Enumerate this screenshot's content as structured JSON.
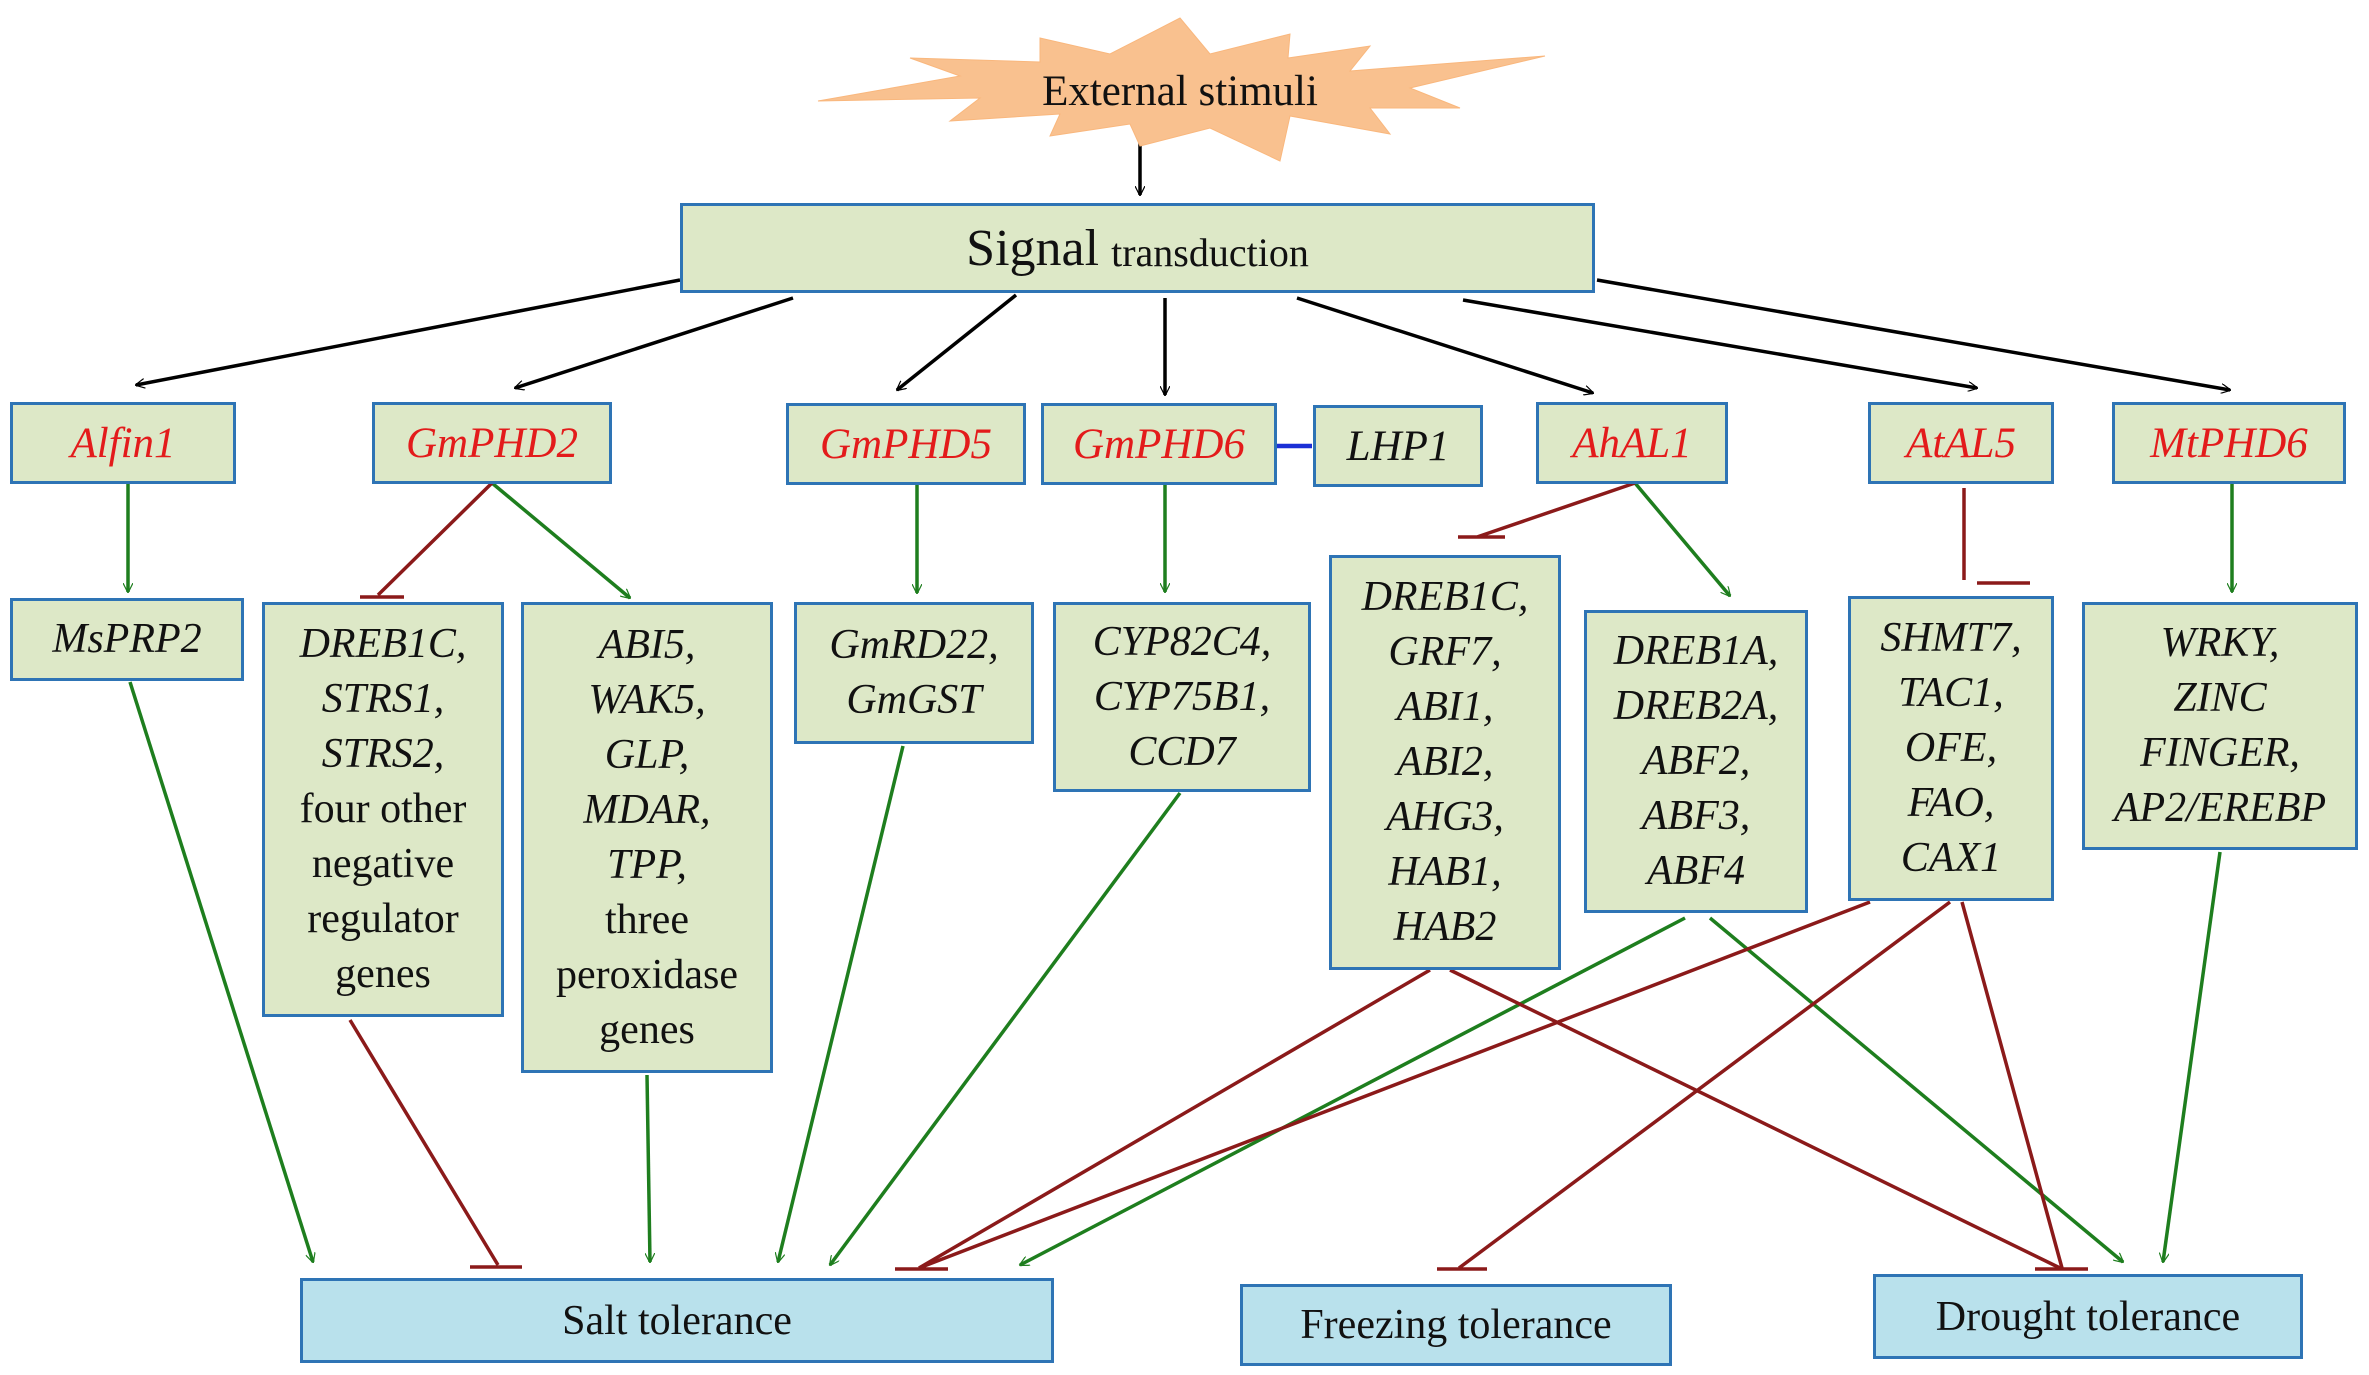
{
  "stimulus": "External stimuli",
  "signal": {
    "big": "Signal",
    "small": "transduction"
  },
  "genes": {
    "alfin1": "Alfin1",
    "gmphd2": "GmPHD2",
    "gmphd5": "GmPHD5",
    "gmphd6": "GmPHD6",
    "lhp1": "LHP1",
    "ahal1": "AhAL1",
    "atal5": "AtAL5",
    "mtphd6": "MtPHD6"
  },
  "targets": {
    "msprp2": [
      "MsPRP2"
    ],
    "gmphd2_neg": [
      "DREB1C,",
      "STRS1,",
      "STRS2,",
      "four other",
      "negative",
      "regulator",
      "genes"
    ],
    "gmphd2_pos": [
      "ABI5,",
      "WAK5,",
      "GLP,",
      "MDAR,",
      "TPP,",
      "three",
      "peroxidase",
      "genes"
    ],
    "gmphd5": [
      "GmRD22,",
      "GmGST"
    ],
    "gmphd6": [
      "CYP82C4,",
      "CYP75B1,",
      "CCD7"
    ],
    "ahal1_neg": [
      "DREB1C,",
      "GRF7,",
      "ABI1,",
      "ABI2,",
      "AHG3,",
      "HAB1,",
      "HAB2"
    ],
    "ahal1_pos": [
      "DREB1A,",
      "DREB2A,",
      "ABF2,",
      "ABF3,",
      "ABF4"
    ],
    "atal5": [
      "SHMT7,",
      "TAC1,",
      "OFE,",
      "FAO,",
      "CAX1"
    ],
    "mtphd6": [
      "WRKY,",
      "ZINC",
      "FINGER,",
      "AP2/EREBP"
    ]
  },
  "tolerance": {
    "salt": "Salt tolerance",
    "freezing": "Freezing tolerance",
    "drought": "Drought tolerance"
  },
  "colors": {
    "box_fill": "#dde8c7",
    "box_border": "#2e74b5",
    "tolerance_fill": "#b9e1ec",
    "gene_red": "#e31b1b",
    "promote": "#1e7e1e",
    "inhibit": "#8b1a1a",
    "link": "#1b2fd6",
    "burst": "#f9c18f"
  }
}
